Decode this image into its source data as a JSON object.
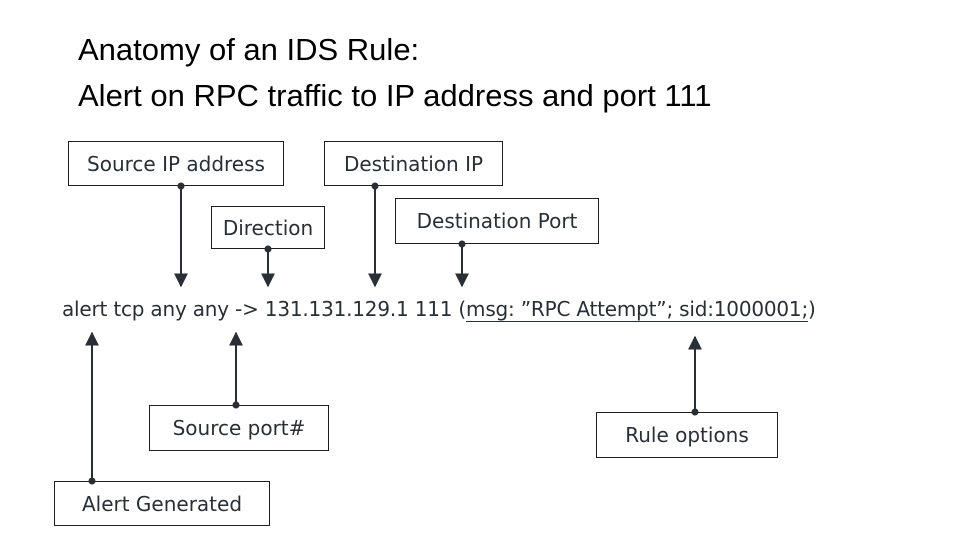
{
  "title": {
    "line1": "Anatomy of an IDS Rule:",
    "line2": "Alert on RPC traffic to IP address and port 111"
  },
  "rule": {
    "prefix": "alert tcp any any -> 131.131.129.1 111 (",
    "options": "msg: ”RPC Attempt”; sid:1000001;",
    "suffix": ")"
  },
  "labels": {
    "source_ip": "Source IP address",
    "destination_ip": "Destination IP",
    "direction": "Direction",
    "destination_port": "Destination Port",
    "source_port": "Source port#",
    "rule_options": "Rule options",
    "alert_generated": "Alert Generated"
  },
  "colors": {
    "text": "#2a2f35",
    "arrow": "#2a2f35",
    "box_border": "#1f1f1f"
  }
}
